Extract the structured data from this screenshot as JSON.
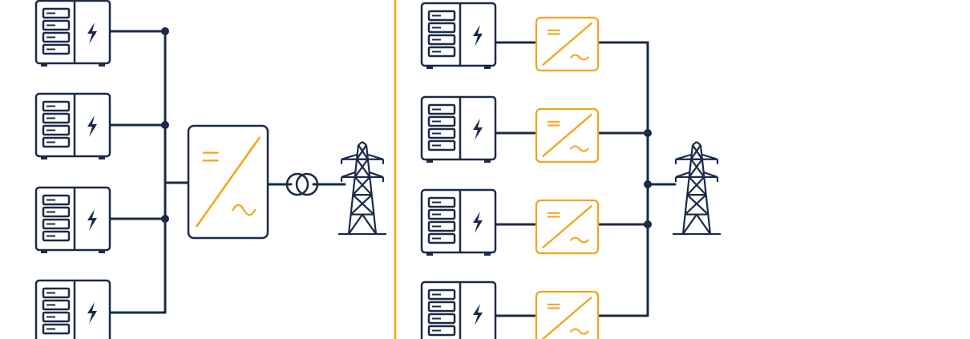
{
  "colors": {
    "navy": "#1b2a47",
    "orange": "#f2a51d",
    "background": "#ffffff"
  },
  "icons": {
    "battery": "battery-cabinet-icon",
    "bolt": "lightning-bolt-icon",
    "inverter": "dc-ac-inverter-icon",
    "transformer": "transformer-icon",
    "grid": "transmission-tower-icon"
  },
  "left_system": {
    "topology": "central-inverter",
    "battery_count": 4,
    "inverter_count": 1
  },
  "right_system": {
    "topology": "string-inverter",
    "battery_count": 4,
    "inverter_count": 4
  }
}
